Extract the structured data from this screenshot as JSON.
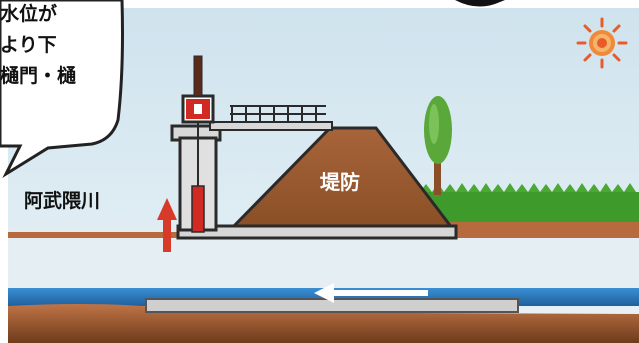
{
  "speech_bubble": {
    "lines": [
      "水位が",
      "より下",
      "樋門・樋"
    ]
  },
  "labels": {
    "river_name": "阿武隈川",
    "embankment": "堤防"
  },
  "icons": [
    "sun-icon",
    "tree-icon",
    "up-arrow-icon",
    "left-arrow-icon"
  ],
  "colors": {
    "sky": "#dcebf3",
    "river": "#2f7fc6",
    "embankment": "#9a5a2c",
    "grass": "#3f9a2c",
    "gate": "#d02a22",
    "concrete": "#cfcfcf",
    "ground": "#b76a3e",
    "sun": "#e85b2a"
  }
}
